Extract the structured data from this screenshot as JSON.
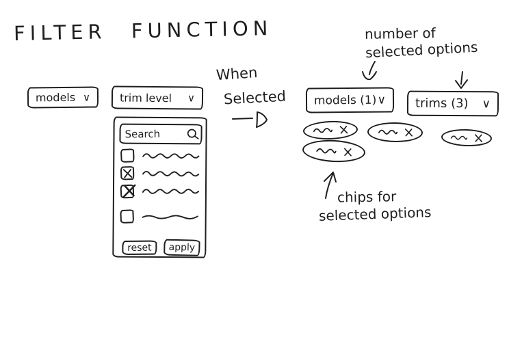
{
  "colors": {
    "ink": "#1e1e1e",
    "background": "#ffffff"
  },
  "title": "FILTER FUNCTION",
  "collapsed_state": {
    "models_label": "models",
    "trim_level_label": "trim level",
    "chevron": "∨"
  },
  "dropdown_panel": {
    "search_value": "Search",
    "search_icon": "magnifier-icon",
    "options": [
      {
        "checked": false
      },
      {
        "checked": true
      },
      {
        "checked": true
      },
      {
        "checked": false
      }
    ],
    "reset_label": "reset",
    "apply_label": "apply"
  },
  "selected_state": {
    "models_label": "models (1)",
    "trims_label": "trims (3)",
    "chevron": "∨",
    "chip_count": 4
  },
  "annotations": {
    "when_selected_line1": "When",
    "when_selected_line2": "Selected",
    "number_of_line1": "number of",
    "number_of_line2": "selected options",
    "chips_line1": "chips for",
    "chips_line2": "selected options"
  }
}
